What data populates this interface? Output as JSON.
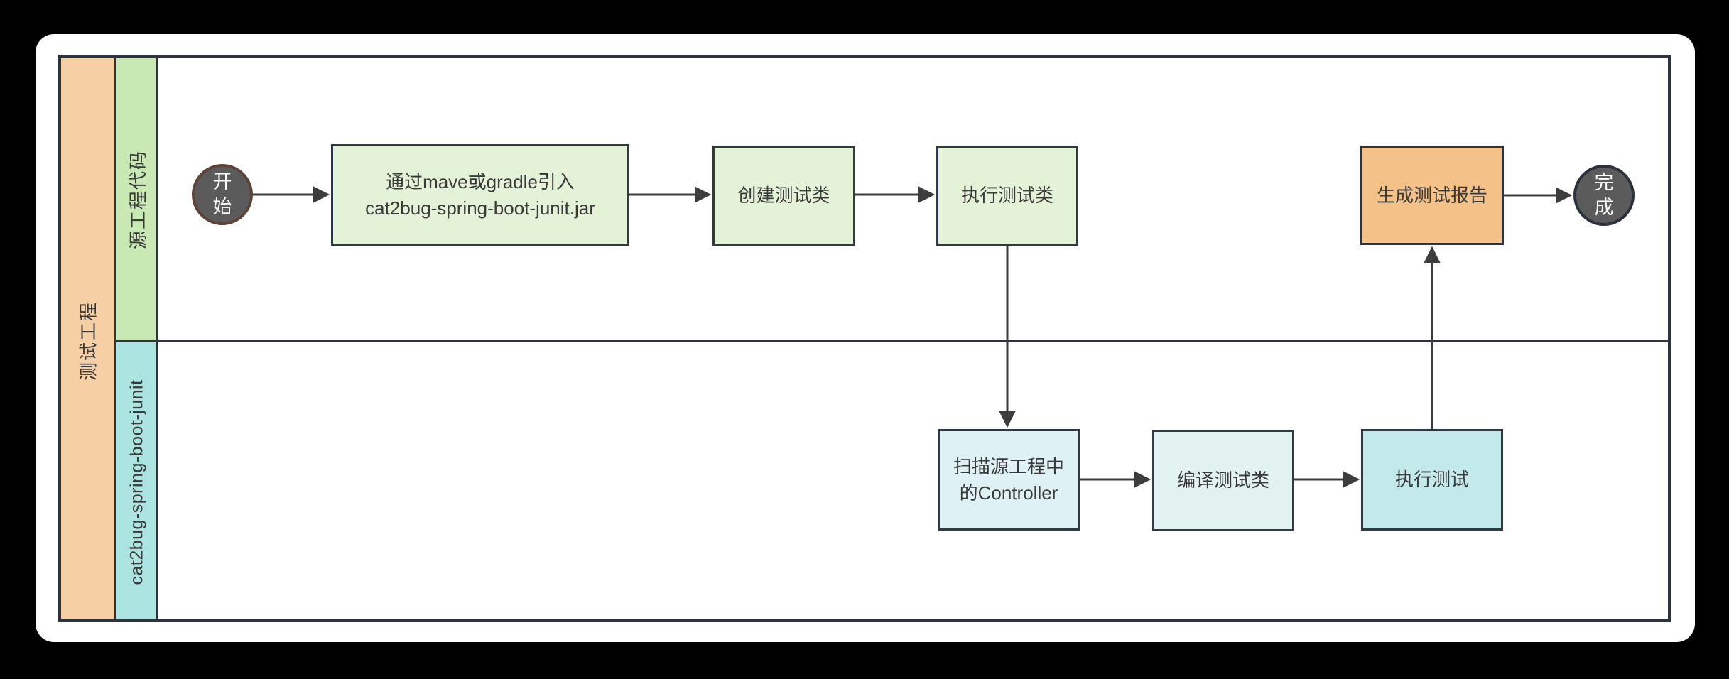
{
  "window": {
    "background_color": "#000000",
    "canvas_background": "#ffffff"
  },
  "diagram": {
    "type": "swimlane-flowchart",
    "pool": {
      "label": "测试工程",
      "header_color": "#f7cfa4"
    },
    "lanes": [
      {
        "id": "source",
        "label": "源工程代码",
        "header_color": "#c9e9b4"
      },
      {
        "id": "junit",
        "label": "cat2bug-spring-boot-junit",
        "header_color": "#ace4e2"
      }
    ],
    "nodes": {
      "start": {
        "label": "开始",
        "shape": "circle",
        "fill": "#5b5b5b",
        "border_color": "#5e4339",
        "text_color": "#ffffff",
        "lane": "source"
      },
      "import_jar": {
        "line1": "通过mave或gradle引入",
        "line2": "cat2bug-spring-boot-junit.jar",
        "shape": "rect",
        "fill": "#e4f2d7",
        "lane": "source"
      },
      "create_test_class": {
        "label": "创建测试类",
        "shape": "rect",
        "fill": "#e4f2d7",
        "lane": "source"
      },
      "run_test_class": {
        "label": "执行测试类",
        "shape": "rect",
        "fill": "#e4f2d7",
        "lane": "source"
      },
      "generate_report": {
        "label": "生成测试报告",
        "shape": "rect",
        "fill": "#f4c189",
        "lane": "source"
      },
      "end": {
        "label": "完成",
        "shape": "circle",
        "fill": "#5b5b5b",
        "border_color": "#2c323c",
        "text_color": "#ffffff",
        "lane": "source"
      },
      "scan_controller": {
        "line1": "扫描源工程中",
        "line2": "的Controller",
        "shape": "rect",
        "fill": "#def1f4",
        "lane": "junit"
      },
      "compile_test_class": {
        "label": "编译测试类",
        "shape": "rect",
        "fill": "#e1f2f1",
        "lane": "junit"
      },
      "run_test": {
        "label": "执行测试",
        "shape": "rect",
        "fill": "#c3eaeb",
        "lane": "junit"
      }
    },
    "edges": [
      {
        "from": "start",
        "to": "import_jar"
      },
      {
        "from": "import_jar",
        "to": "create_test_class"
      },
      {
        "from": "create_test_class",
        "to": "run_test_class"
      },
      {
        "from": "run_test_class",
        "to": "scan_controller"
      },
      {
        "from": "scan_controller",
        "to": "compile_test_class"
      },
      {
        "from": "compile_test_class",
        "to": "run_test"
      },
      {
        "from": "run_test",
        "to": "generate_report"
      },
      {
        "from": "generate_report",
        "to": "end"
      }
    ],
    "edge_color": "#3d3d3d",
    "border_color": "#2d333d"
  }
}
